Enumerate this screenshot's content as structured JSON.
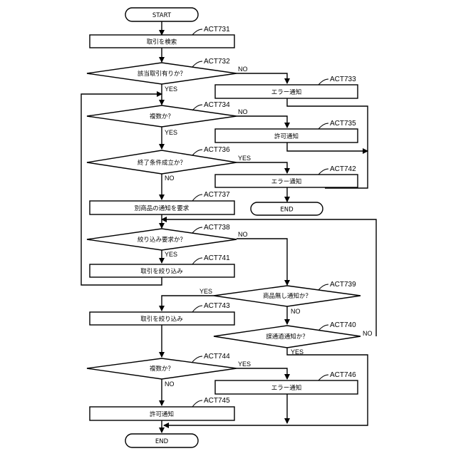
{
  "nodes": {
    "start": "START",
    "search": "取引を検索",
    "has_tx": "該当取引有りか？",
    "err1": "エラー通知",
    "multi1": "複数か？",
    "permit1": "許可通知",
    "end_cond": "終了条件成立か？",
    "err2": "エラー通知",
    "end1": "END",
    "request": "別商品の通知を要求",
    "narrow_req": "絞り込み要求か？",
    "narrow1": "取引を絞り込み",
    "no_product": "商品無し通知か？",
    "narrow2": "取引を絞り込み",
    "wrong_notice": "誤通過通知か？",
    "multi2": "複数か？",
    "err3": "エラー通知",
    "permit2": "許可通知",
    "end2": "END"
  },
  "refs": {
    "a731": "ACT731",
    "a732": "ACT732",
    "a733": "ACT733",
    "a734": "ACT734",
    "a735": "ACT735",
    "a736": "ACT736",
    "a742": "ACT742",
    "a737": "ACT737",
    "a738": "ACT738",
    "a741": "ACT741",
    "a739": "ACT739",
    "a743": "ACT743",
    "a740": "ACT740",
    "a744": "ACT744",
    "a746": "ACT746",
    "a745": "ACT745"
  },
  "conditions": {
    "yes": "YES",
    "no": "NO"
  }
}
